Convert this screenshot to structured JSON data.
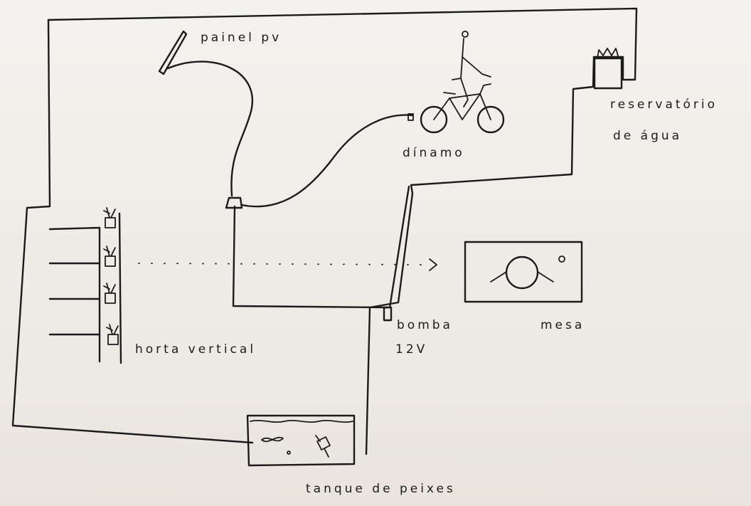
{
  "labels": {
    "solar_panel": "painel pv",
    "dynamo": "dínamo",
    "water_reservoir_line1": "reservatório",
    "water_reservoir_line2": "de água",
    "vertical_garden": "horta vertical",
    "pump_line1": "bomba",
    "pump_line2": "12V",
    "table": "mesa",
    "fish_tank": "tanque de peixes"
  },
  "colors": {
    "ink": "#1b1b1b",
    "paper": "#f1eee9"
  }
}
